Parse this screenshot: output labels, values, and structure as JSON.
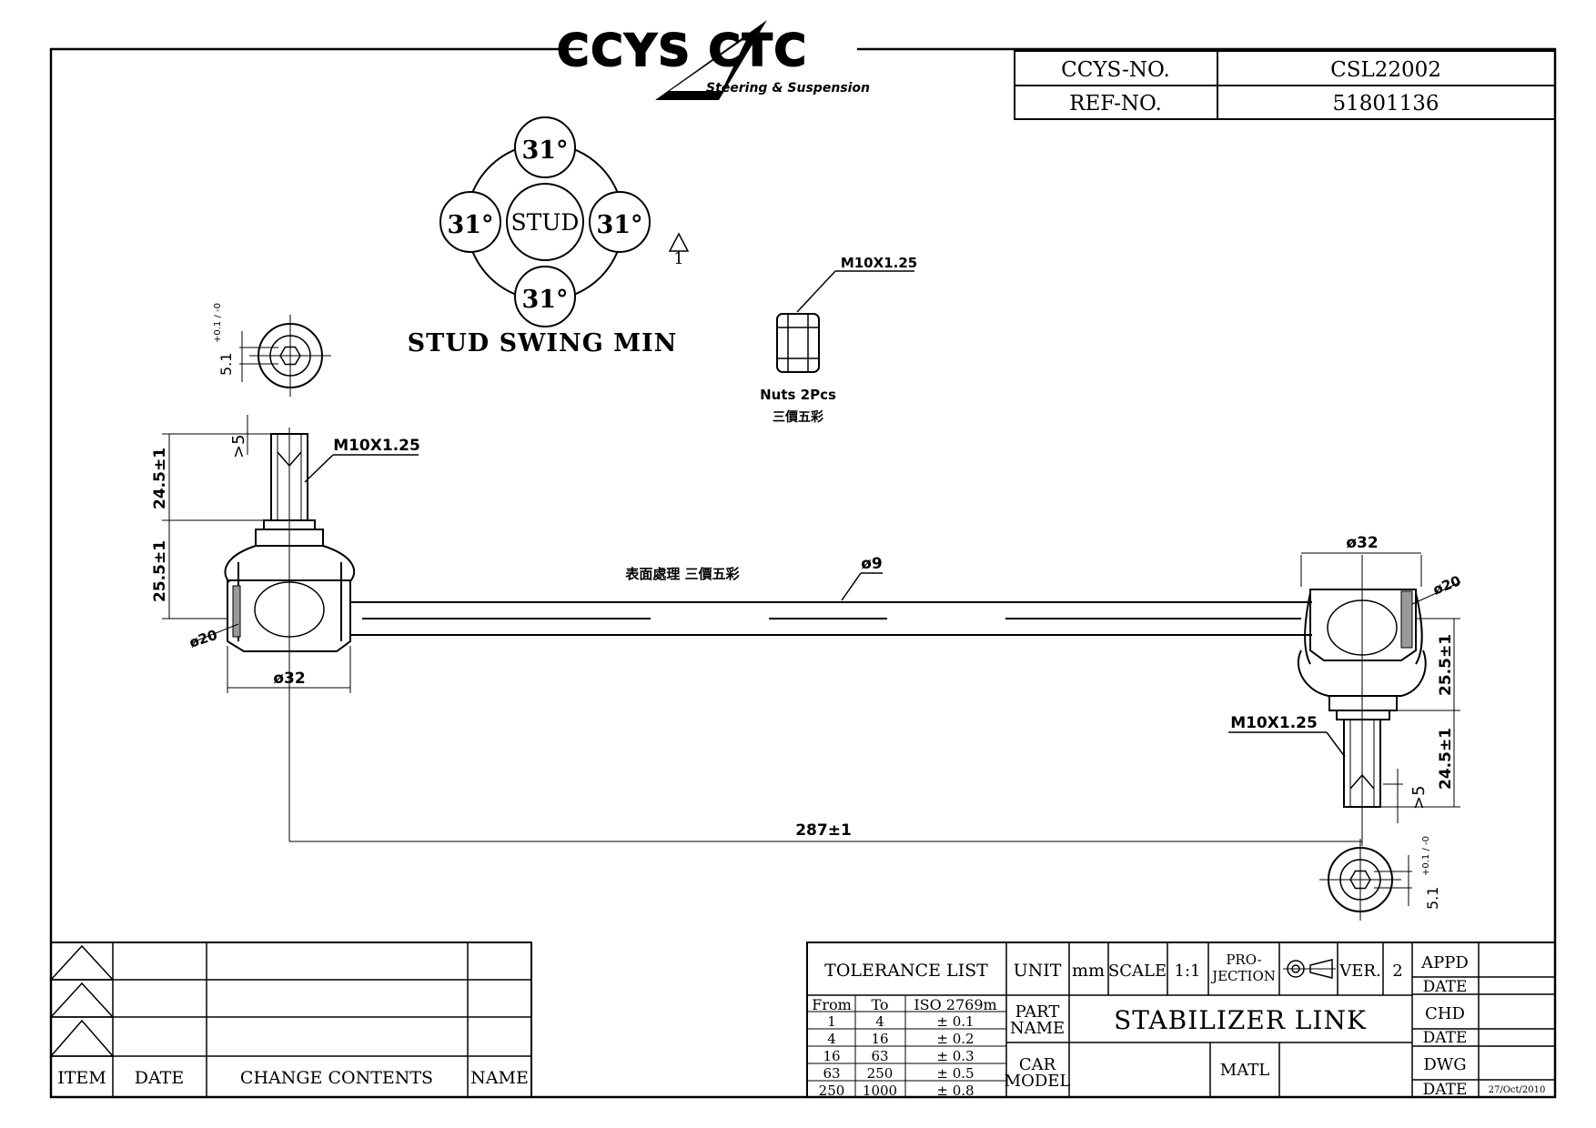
{
  "logo": {
    "text": "CCYS CTC",
    "tagline": "Steering & Suspension"
  },
  "header": {
    "ccys_no_label": "CCYS-NO.",
    "ccys_no_value": "CSL22002",
    "ref_no_label": "REF-NO.",
    "ref_no_value": "51801136"
  },
  "swing": {
    "top": "31°",
    "left": "31°",
    "right": "31°",
    "bottom": "31°",
    "center": "STUD",
    "caption": "STUD SWING MIN",
    "revision_mark": "1"
  },
  "nut": {
    "thread": "M10X1.25",
    "qty": "Nuts 2Pcs",
    "finish": "三價五彩"
  },
  "dimensions": {
    "left_hex": "5.1",
    "left_hex_tol": "+0.1 / -0",
    "left_stud_thread": "M10X1.25",
    "left_gt5": ">5",
    "left_stud_len": "24.5±1",
    "left_body_len": "25.5±1",
    "left_ball": "ø20",
    "left_housing": "ø32",
    "rod_dia": "ø9",
    "surface_treatment": "表面處理  三價五彩",
    "overall_length": "287±1",
    "right_housing": "ø32",
    "right_ball": "ø20",
    "right_body_len": "25.5±1",
    "right_stud_thread": "M10X1.25",
    "right_stud_len": "24.5±1",
    "right_gt5": ">5",
    "right_hex": "5.1",
    "right_hex_tol": "+0.1 / -0"
  },
  "revision_table": {
    "headers": [
      "ITEM",
      "DATE",
      "CHANGE CONTENTS",
      "NAME"
    ]
  },
  "title_block": {
    "tolerance_title": "TOLERANCE LIST",
    "tol_headers": [
      "From",
      "To",
      "ISO 2769m"
    ],
    "tol_rows": [
      [
        "1",
        "4",
        "± 0.1"
      ],
      [
        "4",
        "16",
        "± 0.2"
      ],
      [
        "16",
        "63",
        "± 0.3"
      ],
      [
        "63",
        "250",
        "± 0.5"
      ],
      [
        "250",
        "1000",
        "± 0.8"
      ]
    ],
    "unit_label": "UNIT",
    "unit_value": "mm",
    "scale_label": "SCALE",
    "scale_value": "1:1",
    "projection_label_1": "PRO-",
    "projection_label_2": "JECTION",
    "ver_label": "VER.",
    "ver_value": "2",
    "part_name_label_1": "PART",
    "part_name_label_2": "NAME",
    "part_name": "STABILIZER LINK",
    "car_model_label_1": "CAR",
    "car_model_label_2": "MODEL",
    "matl_label": "MATL",
    "appd": "APPD",
    "chd": "CHD",
    "dwg": "DWG",
    "date_label": "DATE",
    "dwg_date": "27/Oct/2010"
  }
}
